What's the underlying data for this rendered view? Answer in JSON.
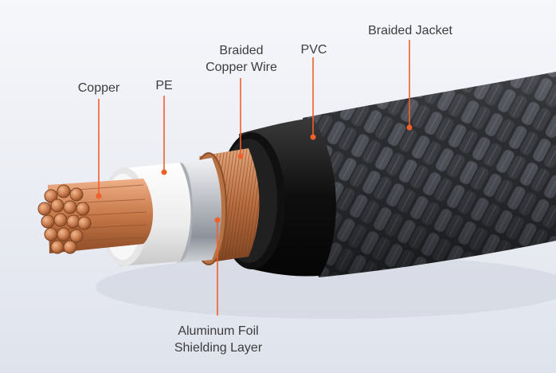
{
  "diagram": {
    "subject": "Coaxial cable cross-section",
    "labels": {
      "copper": "Copper",
      "pe": "PE",
      "braided_copper_wire": [
        "Braided",
        "Copper Wire"
      ],
      "pvc": "PVC",
      "braided_jacket": "Braided Jacket",
      "aluminum_foil": [
        "Aluminum Foil",
        "Shielding Layer"
      ]
    },
    "colors": {
      "leader_line": "#f0602a",
      "label_text": "#3c3c3c",
      "background": "#eef0f6",
      "jacket": "#2b2c30",
      "copper": "#c97b52",
      "pe_insulation": "#f1f1f1",
      "foil": "#c9ccd2",
      "pvc": "#111111"
    }
  }
}
